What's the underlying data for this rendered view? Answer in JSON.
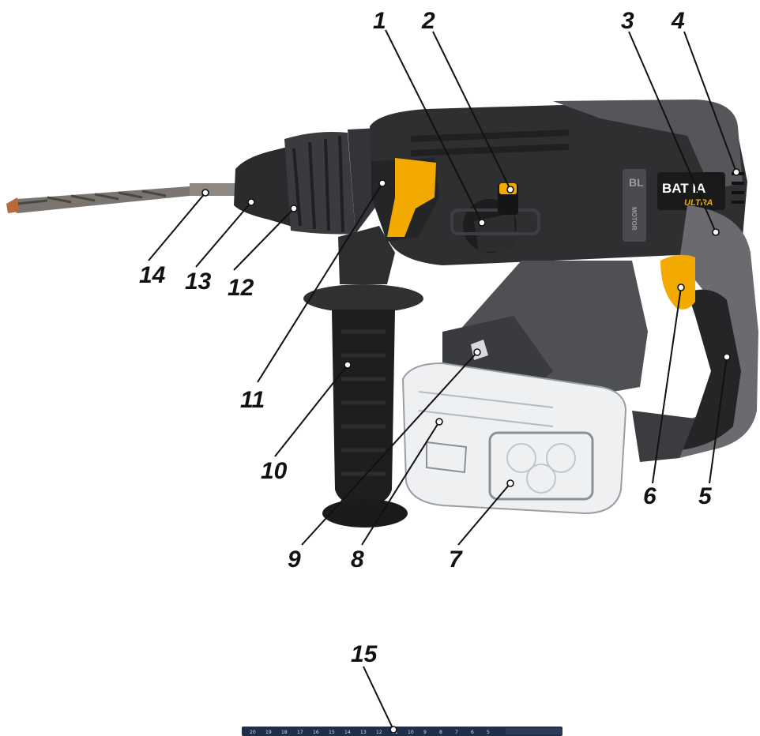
{
  "colors": {
    "body_dark": "#2b2c2e",
    "body_mid": "#3c3d40",
    "body_grey": "#6c6d70",
    "accent_yellow": "#f2a900",
    "rubber": "#1d1e20",
    "battery_fill": "#eef0f2",
    "battery_line": "#9a9ea4",
    "drill_bit": "#6e6a66"
  },
  "brand": {
    "name_top": "BAT  IA",
    "name_bottom": "ULTRA",
    "motor_label": "MOTOR",
    "bl_label": "BL"
  },
  "callouts": [
    {
      "n": "1"
    },
    {
      "n": "2"
    },
    {
      "n": "3"
    },
    {
      "n": "4"
    },
    {
      "n": "5"
    },
    {
      "n": "6"
    },
    {
      "n": "7"
    },
    {
      "n": "8"
    },
    {
      "n": "9"
    },
    {
      "n": "10"
    },
    {
      "n": "11"
    },
    {
      "n": "12"
    },
    {
      "n": "13"
    },
    {
      "n": "14"
    },
    {
      "n": "15"
    }
  ],
  "depth_gauge": {
    "ticks": [
      "20",
      "19",
      "18",
      "17",
      "16",
      "15",
      "14",
      "13",
      "12",
      "11",
      "10",
      "9",
      "8",
      "7",
      "6",
      "5"
    ]
  }
}
